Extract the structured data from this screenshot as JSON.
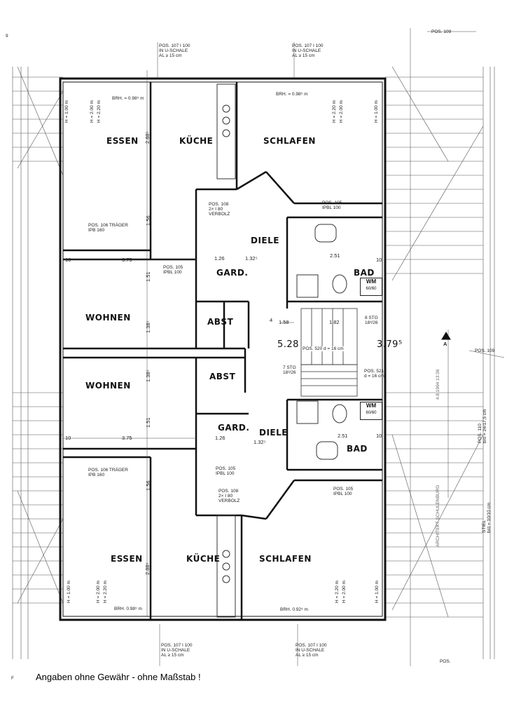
{
  "rooms": {
    "essen_top": "ESSEN",
    "kueche_top": "KÜCHE",
    "schlafen_top": "SCHLAFEN",
    "diele_top": "DIELE",
    "bad_top": "BAD",
    "gard_top": "GARD.",
    "abst_top": "ABST",
    "wohnen_top": "WOHNEN",
    "wohnen_bottom": "WOHNEN",
    "abst_bottom": "ABST",
    "gard_bottom": "GARD.",
    "diele_bottom": "DIELE",
    "bad_bottom": "BAD",
    "essen_bottom": "ESSEN",
    "kueche_bottom": "KÜCHE",
    "schlafen_bottom": "SCHLAFEN"
  },
  "wm": {
    "top": "WM",
    "top_size": "60/60",
    "bottom": "WM",
    "bottom_size": "60/60"
  },
  "positions": {
    "top_left": [
      "POS. 107 I 100",
      "IN U-SCHALE",
      "AL ≥ 15 cm"
    ],
    "top_right": [
      "POS. 107 I 100",
      "IN U-SCHALE",
      "AL ≥ 15 cm"
    ],
    "top_corner": "POS. 109",
    "bottom_left": [
      "POS. 107 I 100",
      "IN U-SCHALE",
      "AL ≥ 15 cm"
    ],
    "bottom_right": [
      "POS. 107 I 100",
      "IN U-SCHALE",
      "AL ≥ 15 cm"
    ],
    "bottom_corner": "POS.",
    "traeger_top": [
      "POS. 106 TRÄGER",
      "IPB 160"
    ],
    "traeger_bottom": [
      "POS. 106 TRÄGER",
      "IPB 160"
    ],
    "p108_top": [
      "POS. 108",
      "2× I 80",
      "VERBOLZ"
    ],
    "p108_bottom": [
      "POS. 108",
      "2× I 80",
      "VERBOLZ"
    ],
    "p105_top_a": [
      "POS. 105",
      "IPBL 100"
    ],
    "p105_top_b": [
      "POS. 105",
      "IPBL 100"
    ],
    "p105_bottom_a": [
      "POS. 105",
      "IPBL 100"
    ],
    "p105_bottom_b": [
      "POS. 105",
      "IPBL 100"
    ],
    "p520": "POS. 520  d = 16 cm",
    "p521": [
      "POS. 521",
      "d = 16 cm"
    ],
    "p109_right": "POS. 109",
    "p110": [
      "POS. 110",
      "b/d = 24/17,5 cm"
    ],
    "stiel": [
      "STIEL",
      "b/d = 10/10 cm"
    ]
  },
  "dims": {
    "d375_top": "3.75",
    "d375_bottom": "3.75",
    "d10_a": "10",
    "d10_b": "10",
    "d10_c": "10",
    "d10_d": "10",
    "d126_top": "1.26",
    "d132_top": "1.32⁵",
    "d126_bottom": "1.26",
    "d132_bottom": "1.32⁵",
    "d251_top": "2.51",
    "d251_bottom": "2.51",
    "d158": "1.58",
    "d182": "1.82",
    "d528": "5.28",
    "d379": "3.79⁵",
    "stg_top": "8 STG",
    "stg_top2": "18³/26",
    "stg_mid": "7 STG",
    "stg_mid2": "18³/26",
    "brh_tl": "BRH. = 0.98⁵ m",
    "brh_tr": "BRH. = 0.98⁵ m",
    "brh_bl": "BRH. 0.98⁵ m",
    "brh_br": "BRH. 0.92⁵ m",
    "h_100_tl": "H = 1.00 m",
    "h_200_tl": "H = 2.00 m",
    "h_220_tl": "H = 2.20 m",
    "h_220_tr": "H = 2.20 m",
    "h_200_tr": "H = 2.00 m",
    "h_100_tr": "H = 1.00 m",
    "h_100_bl": "H = 1.00 m",
    "h_200_bl": "H = 2.00 m",
    "h_220_bl": "H = 2.20 m",
    "h_220_br": "H = 2.20 m",
    "h_200_br": "H = 2.00 m",
    "h_100_br": "H = 1.00 m",
    "v156_top": "1.56",
    "v151_top": "1.51",
    "v156_bottom": "1.56",
    "v151_bottom": "1.51",
    "v288_top": "2.88⁵",
    "v288_bottom": "2.88⁵",
    "v138_top": "1.38⁵",
    "v138_bottom": "1.38⁵"
  },
  "marks": {
    "section": "A",
    "north_hint": "4"
  },
  "side_stamp": [
    "ARCHITEKT SCHULENBURG",
    "4.8.1994 13:36"
  ],
  "corner_marks": {
    "top_left": "9",
    "bottom_left": "F"
  },
  "footer_note": "Angaben ohne Gewähr - ohne  Maßstab !"
}
